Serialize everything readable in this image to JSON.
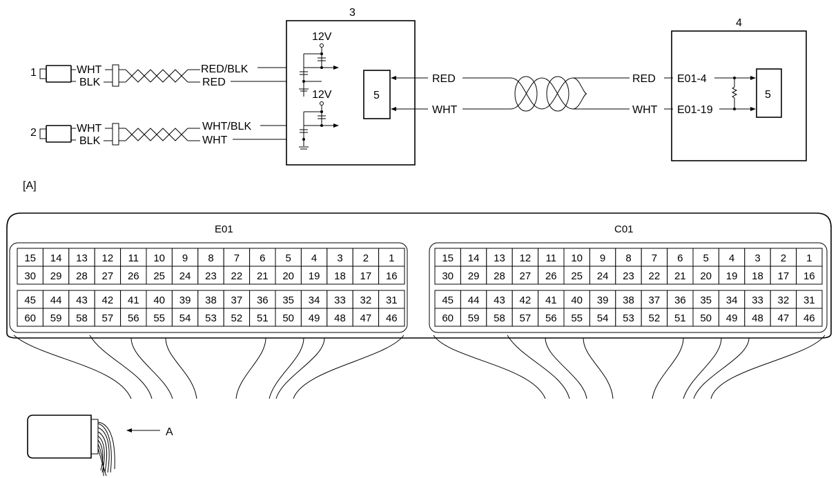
{
  "sensor1": {
    "number": "1",
    "wire_top": "WHT",
    "wire_bottom": "BLK"
  },
  "sensor2": {
    "number": "2",
    "wire_top": "WHT",
    "wire_bottom": "BLK"
  },
  "box3": {
    "number": "3",
    "in1_top": "RED/BLK",
    "in1_bottom": "RED",
    "in2_top": "WHT/BLK",
    "in2_bottom": "WHT",
    "supply1": "12V",
    "supply2": "12V",
    "chip": "5",
    "out_top": "RED",
    "out_bottom": "WHT"
  },
  "box4": {
    "number": "4",
    "in_top": "RED",
    "in_bottom": "WHT",
    "pin_top": "E01-4",
    "pin_bottom": "E01-19",
    "chip": "5"
  },
  "view_label": "[A]",
  "arrow_label": "A",
  "connectors": [
    {
      "name": "E01",
      "rows": [
        [
          "15",
          "14",
          "13",
          "12",
          "11",
          "10",
          "9",
          "8",
          "7",
          "6",
          "5",
          "4",
          "3",
          "2",
          "1"
        ],
        [
          "30",
          "29",
          "28",
          "27",
          "26",
          "25",
          "24",
          "23",
          "22",
          "21",
          "20",
          "19",
          "18",
          "17",
          "16"
        ],
        [
          "45",
          "44",
          "43",
          "42",
          "41",
          "40",
          "39",
          "38",
          "37",
          "36",
          "35",
          "34",
          "33",
          "32",
          "31"
        ],
        [
          "60",
          "59",
          "58",
          "57",
          "56",
          "55",
          "54",
          "53",
          "52",
          "51",
          "50",
          "49",
          "48",
          "47",
          "46"
        ]
      ]
    },
    {
      "name": "C01",
      "rows": [
        [
          "15",
          "14",
          "13",
          "12",
          "11",
          "10",
          "9",
          "8",
          "7",
          "6",
          "5",
          "4",
          "3",
          "2",
          "1"
        ],
        [
          "30",
          "29",
          "28",
          "27",
          "26",
          "25",
          "24",
          "23",
          "22",
          "21",
          "20",
          "19",
          "18",
          "17",
          "16"
        ],
        [
          "45",
          "44",
          "43",
          "42",
          "41",
          "40",
          "39",
          "38",
          "37",
          "36",
          "35",
          "34",
          "33",
          "32",
          "31"
        ],
        [
          "60",
          "59",
          "58",
          "57",
          "56",
          "55",
          "54",
          "53",
          "52",
          "51",
          "50",
          "49",
          "48",
          "47",
          "46"
        ]
      ]
    }
  ]
}
